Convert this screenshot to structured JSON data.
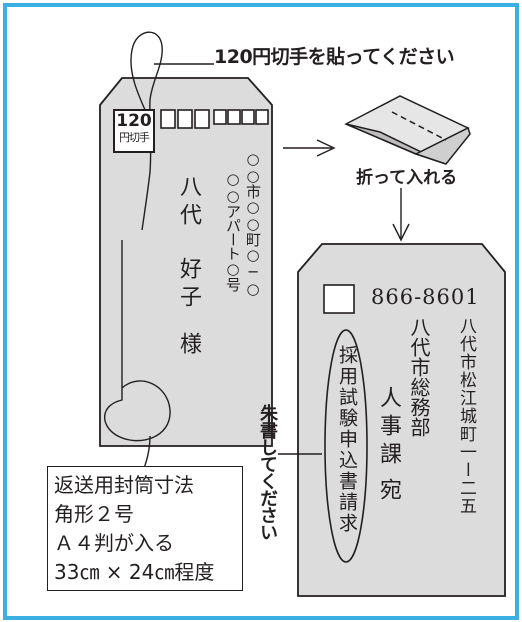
{
  "instruction_top": "120円切手を貼ってください",
  "stamp": {
    "value": "120",
    "label": "円切手"
  },
  "return_envelope": {
    "name_given": "八代",
    "name_surname": "好子",
    "honorific": "様",
    "address_line1": "○○市○○町○─○",
    "address_line2": "○○アパート○号"
  },
  "fold_label": "折って入れる",
  "send_envelope": {
    "postal_code": "866-8601",
    "address": "八代市松江城町一ー二五",
    "org": "八代市総務部",
    "dept_line": "人事課",
    "honorific": "宛",
    "request": "採用試験申込書請求"
  },
  "red_note": "朱書してください",
  "size_note": {
    "line1": "返送用封筒寸法",
    "line2": "角形２号",
    "line3": "Ａ４判が入る",
    "line4": "33㎝ × 24㎝程度"
  },
  "colors": {
    "border": "#3ab0e2",
    "envelope": "#dcdcdc",
    "ink": "#231f20"
  }
}
